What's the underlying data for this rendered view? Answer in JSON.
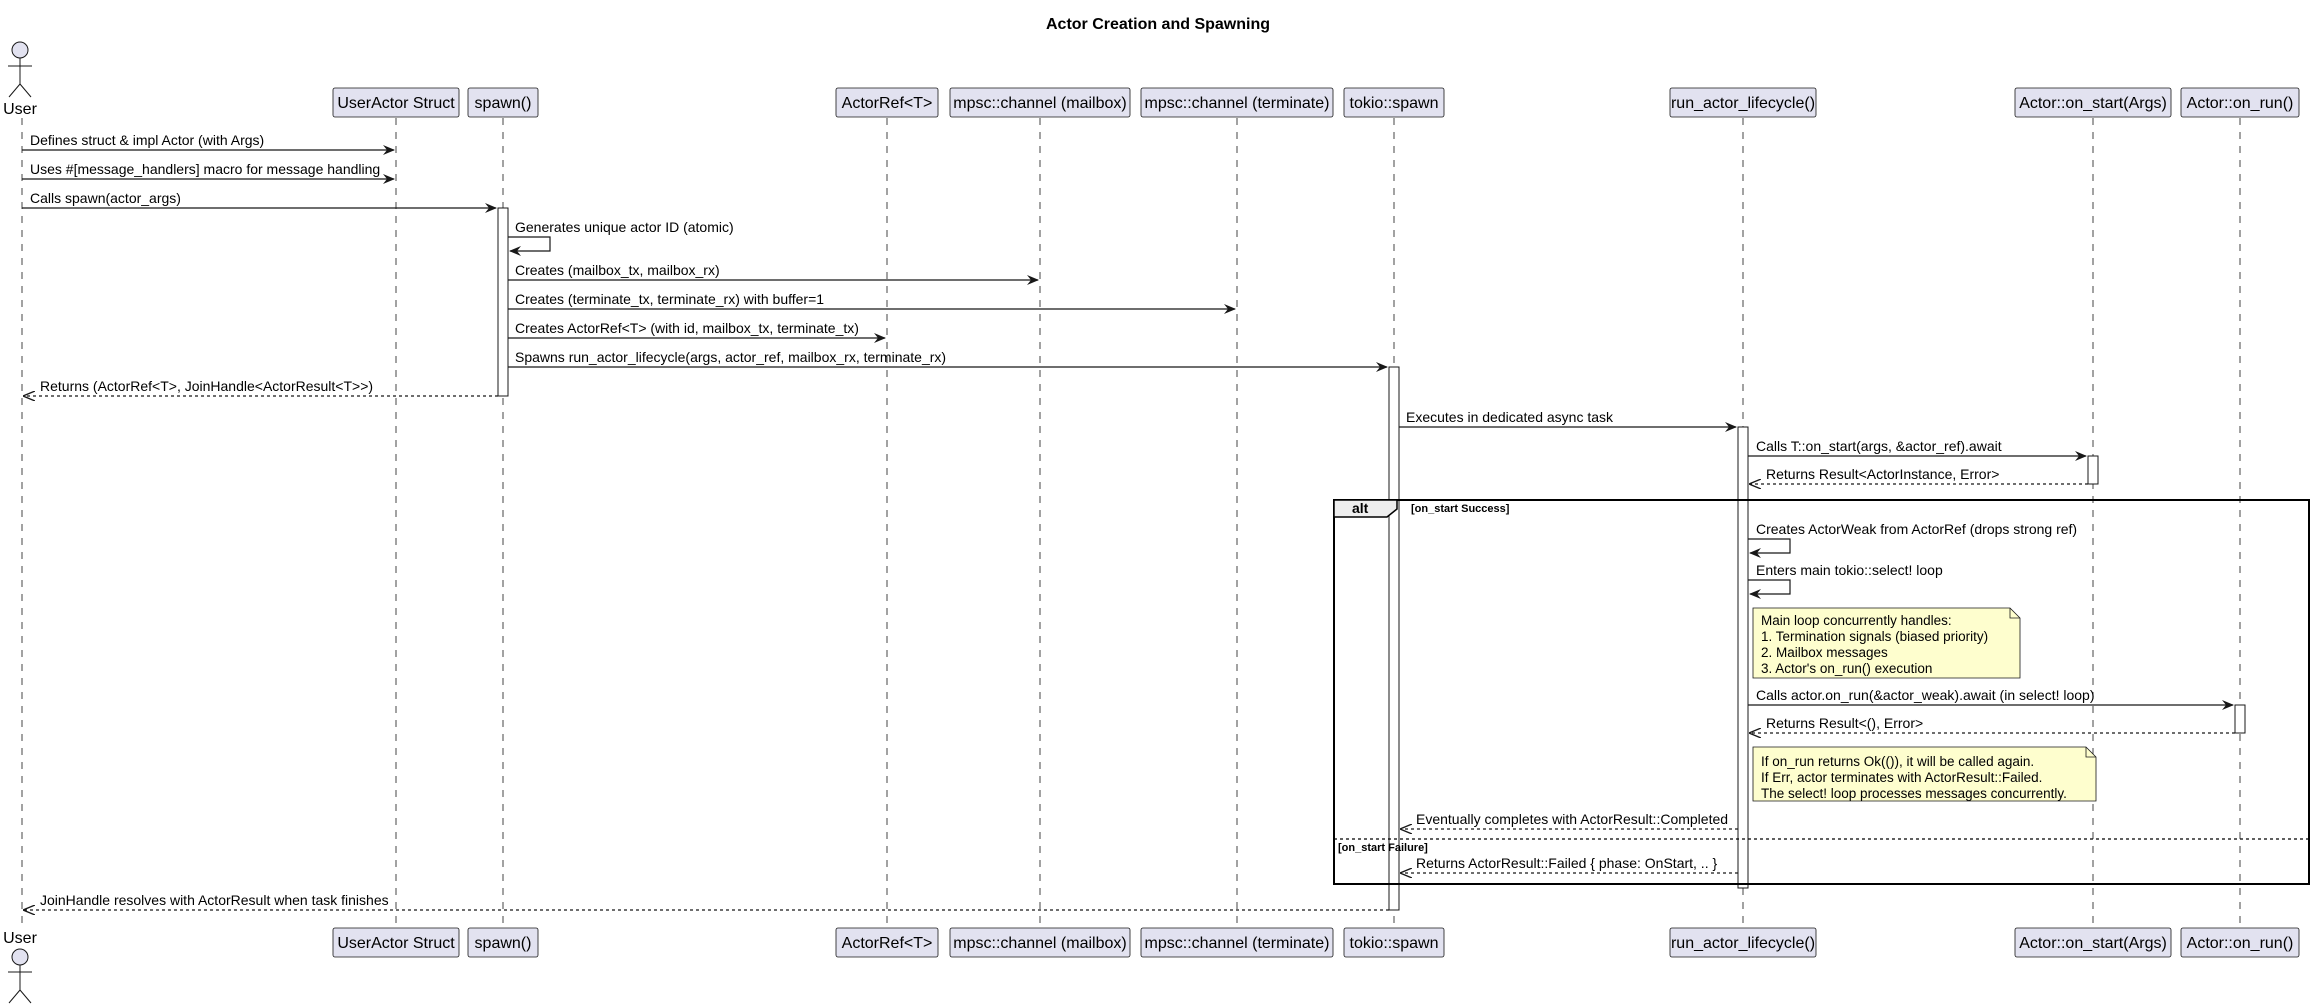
{
  "title": "Actor Creation and Spawning",
  "actor": {
    "label": "User"
  },
  "participants": {
    "p1": "UserActor Struct",
    "p2": "spawn()",
    "p3": "ActorRef<T>",
    "p4": "mpsc::channel (mailbox)",
    "p5": "mpsc::channel (terminate)",
    "p6": "tokio::spawn",
    "p7": "run_actor_lifecycle()",
    "p8": "Actor::on_start(Args)",
    "p9": "Actor::on_run()"
  },
  "messages": {
    "m1": "Defines struct & impl Actor (with Args)",
    "m2": "Uses #[message_handlers] macro for message handling",
    "m3": "Calls spawn(actor_args)",
    "m4": "Generates unique actor ID (atomic)",
    "m5": "Creates (mailbox_tx, mailbox_rx)",
    "m6": "Creates (terminate_tx, terminate_rx) with buffer=1",
    "m7": "Creates ActorRef<T> (with id, mailbox_tx, terminate_tx)",
    "m8": "Spawns run_actor_lifecycle(args, actor_ref, mailbox_rx, terminate_rx)",
    "m9": "Returns (ActorRef<T>, JoinHandle<ActorResult<T>>)",
    "m10": "Executes in dedicated async task",
    "m11": "Calls T::on_start(args, &actor_ref).await",
    "m12": "Returns Result<ActorInstance, Error>",
    "m13": "Creates ActorWeak from ActorRef (drops strong ref)",
    "m14": "Enters main tokio::select! loop",
    "m15": "Calls actor.on_run(&actor_weak).await (in select! loop)",
    "m16": "Returns Result<(), Error>",
    "m17": "Eventually completes with ActorResult::Completed",
    "m18": "Returns ActorResult::Failed { phase: OnStart, .. }",
    "m19": "JoinHandle resolves with ActorResult when task finishes"
  },
  "notes": {
    "n1": [
      "Main loop concurrently handles:",
      "1. Termination signals (biased priority)",
      "2. Mailbox messages",
      "3. Actor's on_run() execution"
    ],
    "n2": [
      "If on_run returns Ok(()), it will be called again.",
      "If Err, actor terminates with ActorResult::Failed.",
      "The select! loop processes messages concurrently."
    ]
  },
  "fragment": {
    "keyword": "alt",
    "guard1": "[on_start Success]",
    "guard2": "[on_start Failure]"
  },
  "colors": {
    "participant_fill": "#e2e2f0",
    "note_fill": "#fefece",
    "line": "#181818"
  }
}
